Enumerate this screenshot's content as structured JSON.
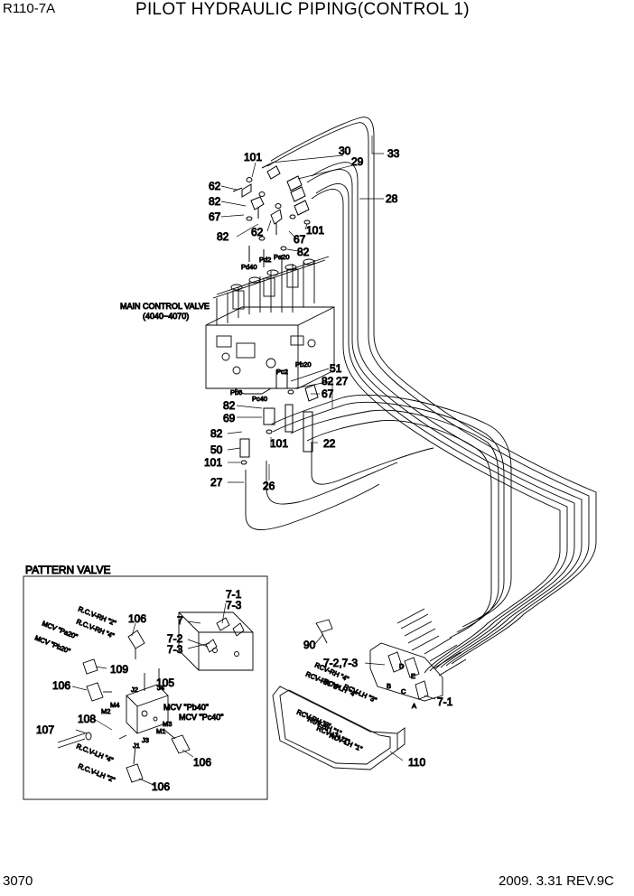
{
  "header": {
    "model": "R110-7A",
    "title": "PILOT HYDRAULIC PIPING(CONTROL 1)"
  },
  "footer": {
    "page": "3070",
    "date_rev": "2009. 3.31  REV.9C"
  },
  "main_valve": {
    "name": "MAIN CONTROL VALVE",
    "range": "(4040~4070)"
  },
  "pattern_valve": {
    "title": "PATTERN VALVE"
  },
  "callouts": {
    "c101a": "101",
    "c62a": "62",
    "c82a": "82",
    "c67a": "67",
    "c82b": "82",
    "c30": "30",
    "c29": "29",
    "c33": "33",
    "c28": "28",
    "c101b": "101",
    "c62b": "62",
    "c67b": "67",
    "c82c": "82",
    "c51": "51",
    "c82d": "82",
    "c27a": "27",
    "c67c": "67",
    "c82e": "82",
    "c69": "69",
    "c82f": "82",
    "c50": "50",
    "c101c": "101",
    "c101d": "101",
    "c22": "22",
    "c27b": "27",
    "c26": "26",
    "c90": "90",
    "c7_2_7_3": "7-2,7-3",
    "c7_1b": "7-1",
    "c110": "110",
    "p7_1": "7-1",
    "p7_3": "7-3",
    "p7": "7",
    "p7_2": "7-2",
    "p7_3b": "7-3",
    "p106a": "106",
    "p109": "109",
    "p106b": "106",
    "p105": "105",
    "p108": "108",
    "p107": "107",
    "p106c": "106",
    "p106d": "106"
  },
  "port_labels": {
    "pd40": "Pd40",
    "pd2": "Pd2",
    "pa20": "Pa20",
    "pb6": "Pb6",
    "pc40": "Pc40",
    "pc2": "Pc2",
    "pb20": "Pb20",
    "j2": "J2",
    "j4": "J4",
    "m4": "M4",
    "m2": "M2",
    "j1": "J1",
    "j3": "J3",
    "m1": "M1",
    "m3": "M3",
    "d": "D",
    "e": "E",
    "b": "B",
    "c": "C",
    "a": "A"
  },
  "hose_labels": {
    "rcv_rh_2": "R.C.V-RH \"2\"",
    "rcv_rh_4": "R.C.V-RH \"4\"",
    "mcv_pa20": "MCV \"Pa20\"",
    "mcv_pb20": "MCV \"Pb20\"",
    "mcv_pb40": "MCV \"Pb40\"",
    "mcv_pc40": "MCV \"Pc40\"",
    "rcv_lh_4": "R.C.V-LH \"4\"",
    "rcv_lh_2": "R.C.V-LH \"2\"",
    "tray1": "RCV-RH \"4\"",
    "tray2": "RCV-RH \"3\"",
    "tray3": "RCV-LH \"4\"",
    "tray4": "RCV-LH \"3\"",
    "tray5": "RCV-RH \"2\"",
    "tray6": "RCV-RH \"1\"",
    "tray7": "RCV-LH \"2\"",
    "tray8": "RCV-LH \"1\""
  }
}
